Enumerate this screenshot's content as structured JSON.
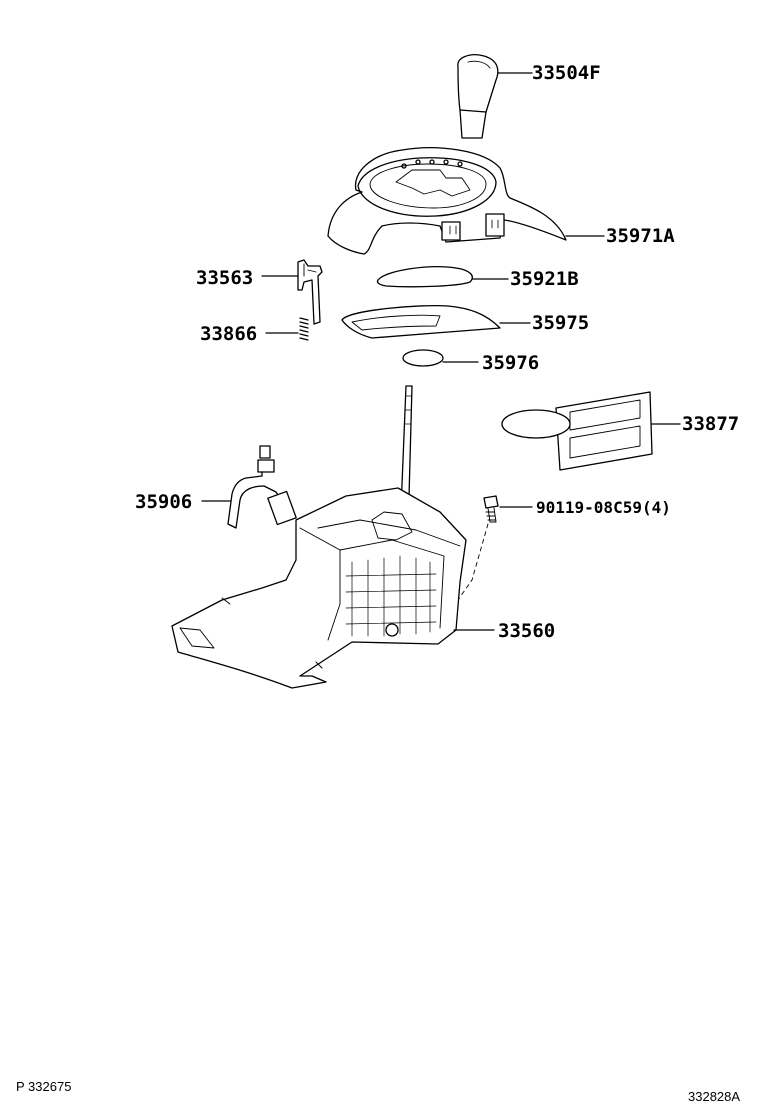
{
  "parts": {
    "knob": "33504F",
    "indicator_housing": "35971A",
    "slide_plate": "35921B",
    "lever_pin": "33563",
    "spring": "33866",
    "dust_cover": "35975",
    "cover_plate": "35976",
    "label": "33877",
    "wire_harness": "35906",
    "bolt": "90119-08C59(4)",
    "shift_lever_base": "33560"
  },
  "footer": {
    "left": "P 332675",
    "right": "332828A"
  }
}
